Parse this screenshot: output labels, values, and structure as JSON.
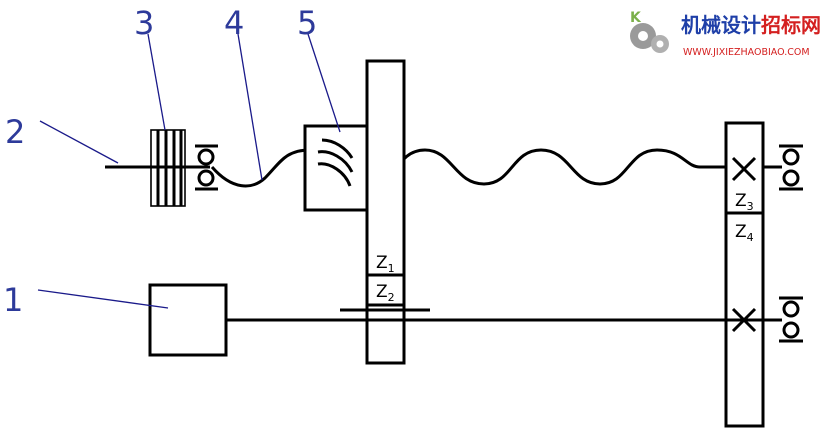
{
  "labels": {
    "motor": "1",
    "input_shaft": "2",
    "clutch": "3",
    "leadscrew": "4",
    "nut": "5"
  },
  "gears": {
    "z1": {
      "letter": "Z",
      "sub": "1"
    },
    "z2": {
      "letter": "Z",
      "sub": "2"
    },
    "z3": {
      "letter": "Z",
      "sub": "3"
    },
    "z4": {
      "letter": "Z",
      "sub": "4"
    }
  },
  "watermark": {
    "title_blue": "机械设计",
    "title_red": "招标网",
    "url": "WWW.JIXIEZHAOBIAO.COM"
  }
}
